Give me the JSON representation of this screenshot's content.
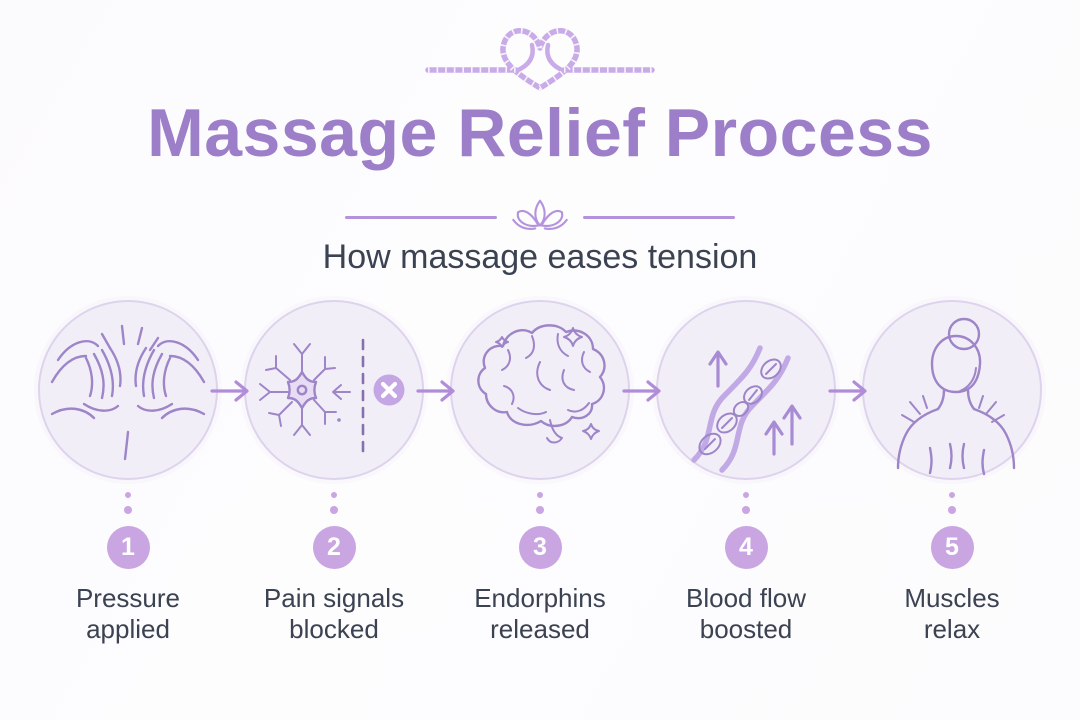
{
  "header": {
    "title": "Massage Relief Process",
    "subtitle": "How massage eases tension",
    "decoration": "rope-heart-knot",
    "divider_icon": "lotus-flower"
  },
  "colors": {
    "title_purple": "#9c7ec9",
    "rope_purple": "#c9abe8",
    "divider_purple": "#b493dd",
    "text_dark": "#3b4251",
    "circle_fill": "#f2eef8",
    "circle_border": "#ddd3ec",
    "icon_stroke": "#9d85c8",
    "badge_fill": "#c9a5e2",
    "arrow_purple": "#b18cd9"
  },
  "steps": [
    {
      "number": "1",
      "icon": "massage-hands-icon",
      "label_line1": "Pressure",
      "label_line2": "applied"
    },
    {
      "number": "2",
      "icon": "neuron-blocked-icon",
      "label_line1": "Pain signals",
      "label_line2": "blocked"
    },
    {
      "number": "3",
      "icon": "brain-icon",
      "label_line1": "Endorphins",
      "label_line2": "released"
    },
    {
      "number": "4",
      "icon": "blood-vessel-icon",
      "label_line1": "Blood flow",
      "label_line2": "boosted"
    },
    {
      "number": "5",
      "icon": "relaxed-back-icon",
      "label_line1": "Muscles",
      "label_line2": "relax"
    }
  ]
}
